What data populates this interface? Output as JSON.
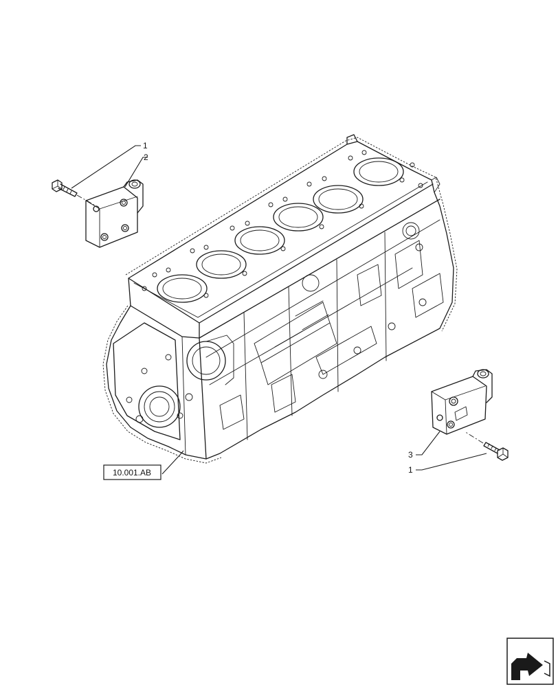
{
  "callouts": {
    "top_bolt": "1",
    "top_bracket": "2",
    "bottom_bracket": "3",
    "bottom_bolt": "1"
  },
  "reference": {
    "label": "10.001.AB"
  },
  "icons": {
    "navigation": "next-page-arrow-icon"
  }
}
